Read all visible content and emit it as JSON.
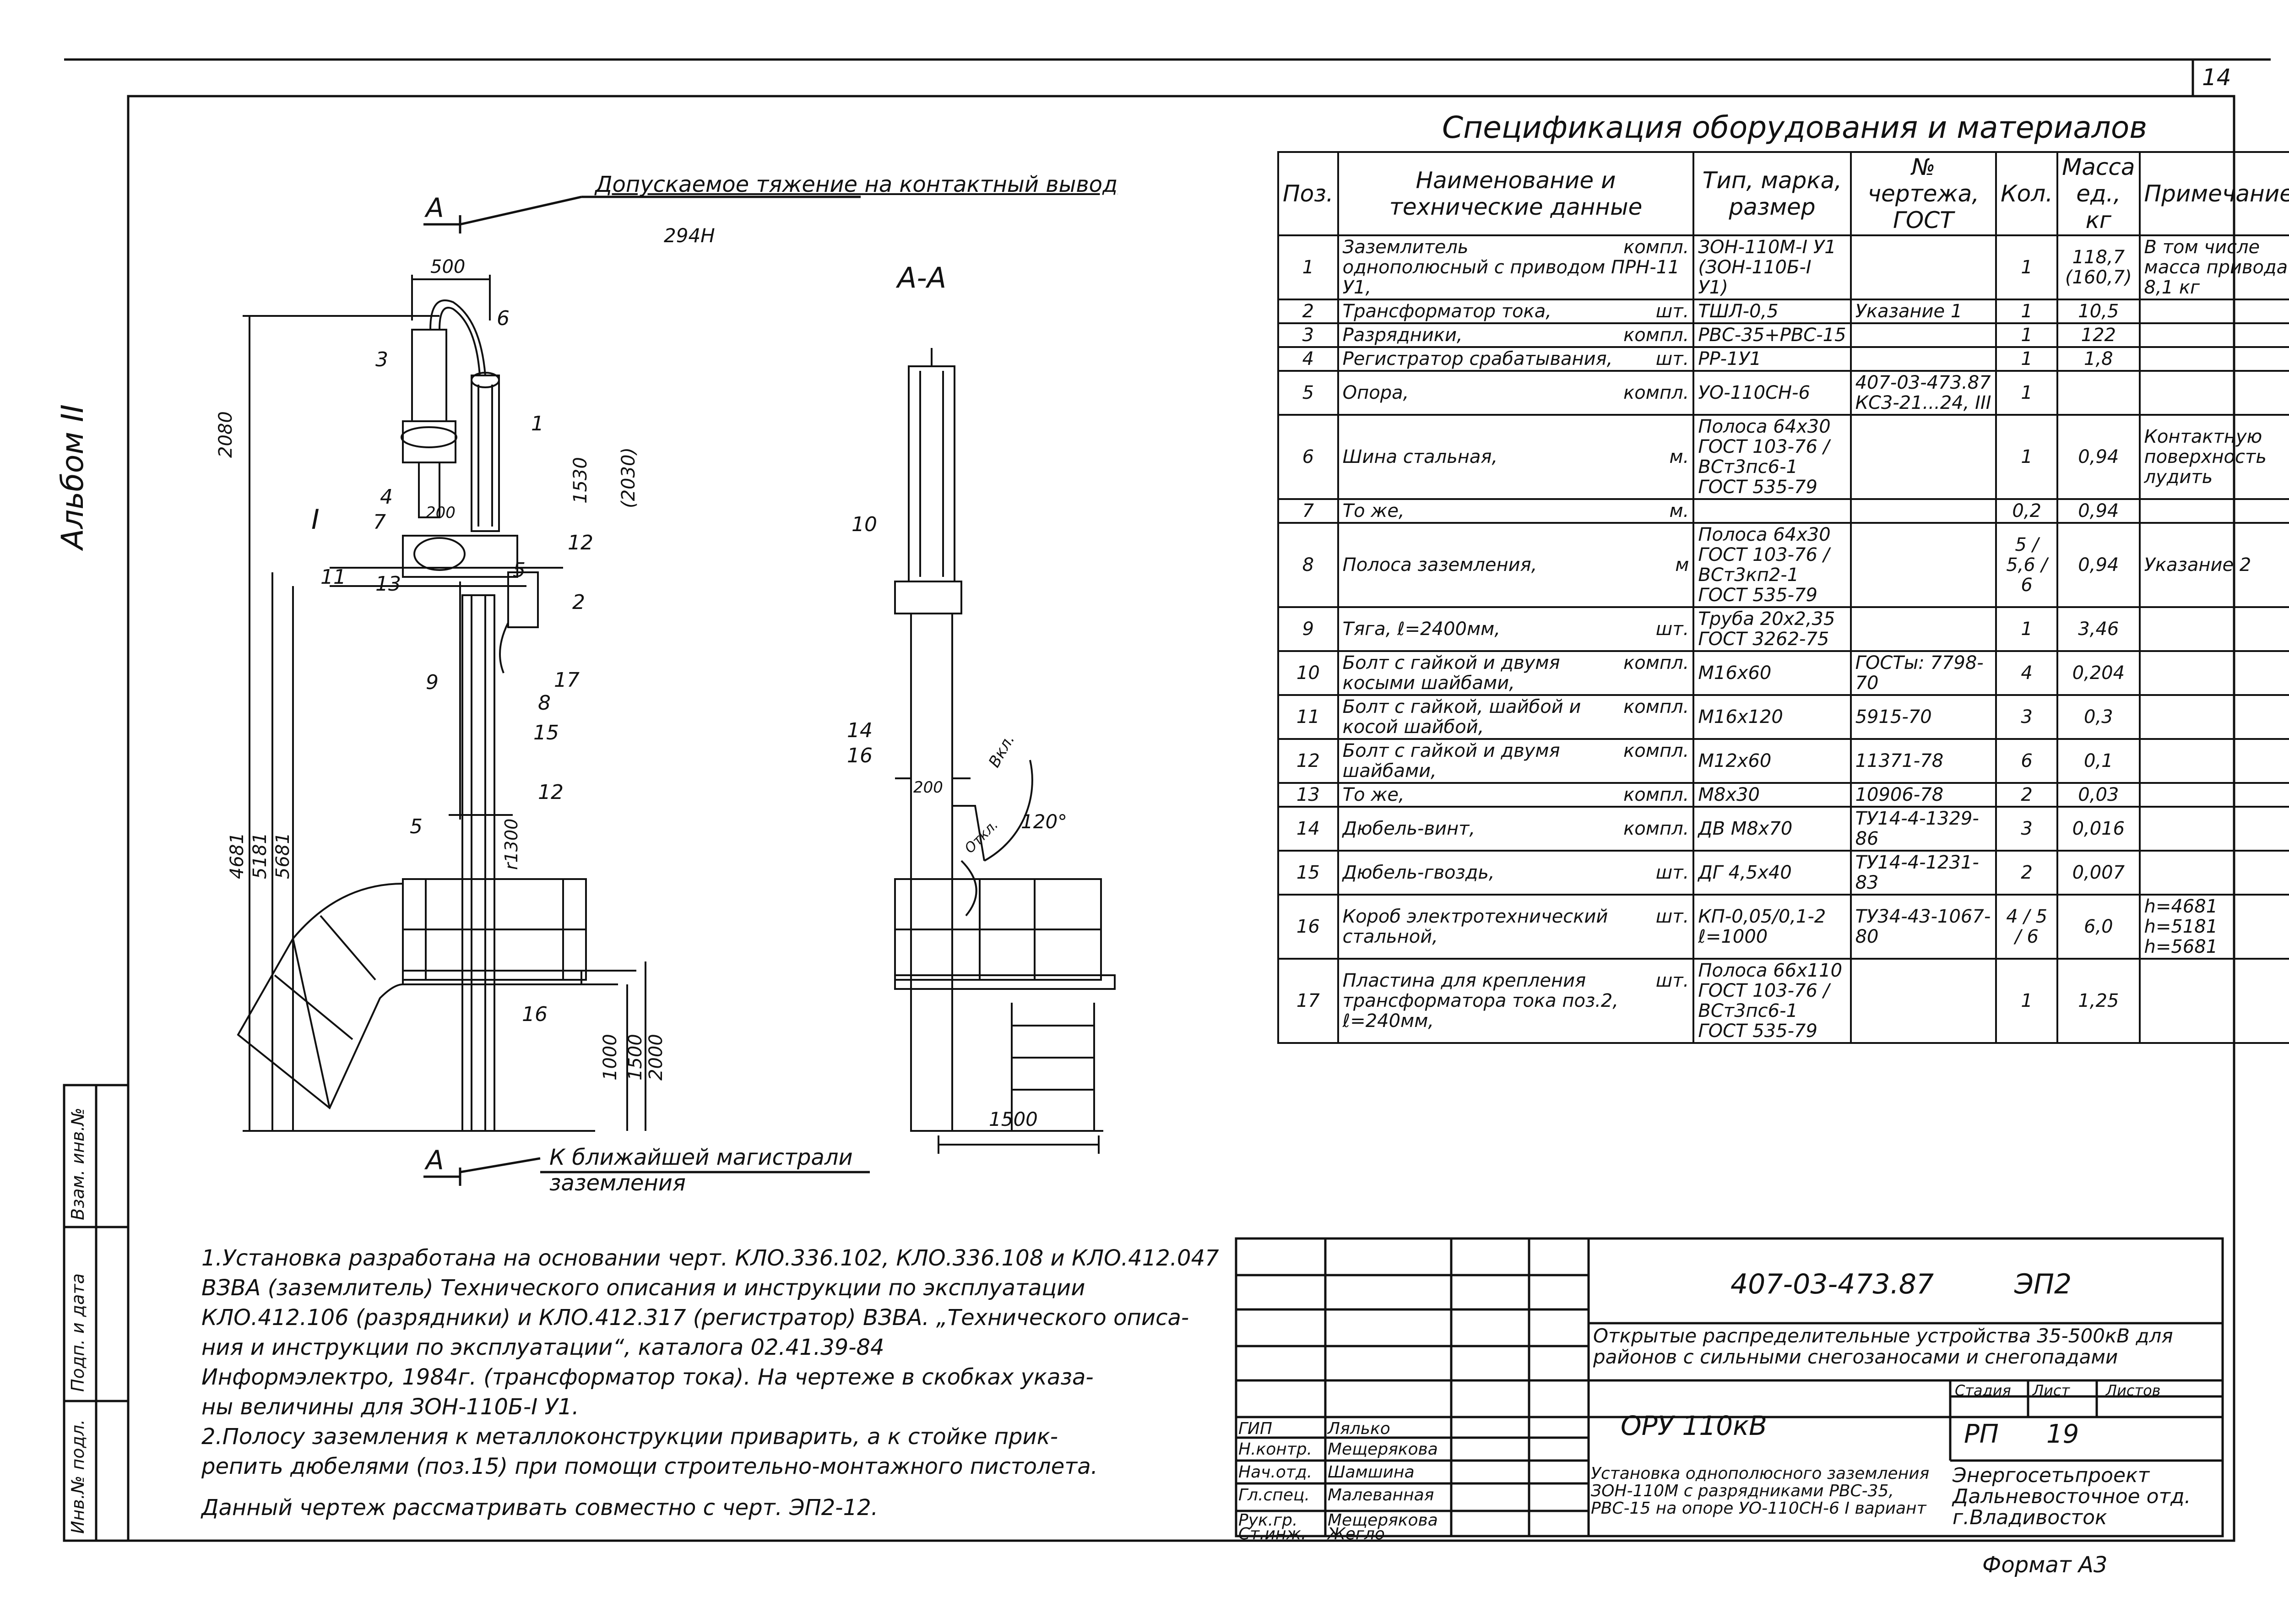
{
  "sheet": {
    "page_number": "14",
    "album_label": "Альбом II",
    "format": "Формат А3"
  },
  "side_stamp": {
    "cells": [
      "Инв.№ подл.",
      "Подп. и дата",
      "Взам. инв.№"
    ]
  },
  "spec_table": {
    "title": "Спецификация оборудования и материалов",
    "headers": {
      "pos": "Поз.",
      "name": "Наименование и технические данные",
      "type": "Тип, марка, размер",
      "gost": "№ чертежа, ГОСТ",
      "qty": "Кол.",
      "mass": "Масса ед., кг",
      "note": "Примечание"
    },
    "rows": [
      {
        "pos": "1",
        "name": "Заземлитель однополюсный с приводом ПРН-11 У1,",
        "unit": "компл.",
        "type": "ЗОН-110М-I У1 (ЗОН-110Б-I У1)",
        "gost": "",
        "qty": "1",
        "mass": "118,7 (160,7)",
        "note": "В том числе масса привода 8,1 кг"
      },
      {
        "pos": "2",
        "name": "Трансформатор тока,",
        "unit": "шт.",
        "type": "ТШЛ-0,5",
        "gost": "Указание 1",
        "qty": "1",
        "mass": "10,5",
        "note": ""
      },
      {
        "pos": "3",
        "name": "Разрядники,",
        "unit": "компл.",
        "type": "РВС-35+РВС-15",
        "gost": "",
        "qty": "1",
        "mass": "122",
        "note": ""
      },
      {
        "pos": "4",
        "name": "Регистратор срабатывания,",
        "unit": "шт.",
        "type": "РР-1У1",
        "gost": "",
        "qty": "1",
        "mass": "1,8",
        "note": ""
      },
      {
        "pos": "5",
        "name": "Опора,",
        "unit": "компл.",
        "type": "УО-110СН-6",
        "gost": "407-03-473.87 КС3-21...24, III",
        "qty": "1",
        "mass": "",
        "note": ""
      },
      {
        "pos": "6",
        "name": "Шина стальная,",
        "unit": "м.",
        "type": "Полоса 64х30 ГОСТ 103-76 / ВСт3пс6-1 ГОСТ 535-79",
        "gost": "",
        "qty": "1",
        "mass": "0,94",
        "note": "Контактную поверхность лудить"
      },
      {
        "pos": "7",
        "name": "То же,",
        "unit": "м.",
        "type": "",
        "gost": "",
        "qty": "0,2",
        "mass": "0,94",
        "note": ""
      },
      {
        "pos": "8",
        "name": "Полоса заземления,",
        "unit": "м",
        "type": "Полоса 64х30 ГОСТ 103-76 / ВСт3кп2-1 ГОСТ 535-79",
        "gost": "",
        "qty": "5 / 5,6 / 6",
        "mass": "0,94",
        "note": "Указание 2"
      },
      {
        "pos": "9",
        "name": "Тяга, ℓ=2400мм,",
        "unit": "шт.",
        "type": "Труба 20х2,35 ГОСТ 3262-75",
        "gost": "",
        "qty": "1",
        "mass": "3,46",
        "note": ""
      },
      {
        "pos": "10",
        "name": "Болт с гайкой и двумя косыми шайбами,",
        "unit": "компл.",
        "type": "М16х60",
        "gost": "ГОСТы: 7798-70",
        "qty": "4",
        "mass": "0,204",
        "note": ""
      },
      {
        "pos": "11",
        "name": "Болт с гайкой, шайбой и косой шайбой,",
        "unit": "компл.",
        "type": "М16х120",
        "gost": "5915-70",
        "qty": "3",
        "mass": "0,3",
        "note": ""
      },
      {
        "pos": "12",
        "name": "Болт с гайкой и двумя шайбами,",
        "unit": "компл.",
        "type": "М12х60",
        "gost": "11371-78",
        "qty": "6",
        "mass": "0,1",
        "note": ""
      },
      {
        "pos": "13",
        "name": "То же,",
        "unit": "компл.",
        "type": "М8х30",
        "gost": "10906-78",
        "qty": "2",
        "mass": "0,03",
        "note": ""
      },
      {
        "pos": "14",
        "name": "Дюбель-винт,",
        "unit": "компл.",
        "type": "ДВ М8х70",
        "gost": "ТУ14-4-1329-86",
        "qty": "3",
        "mass": "0,016",
        "note": ""
      },
      {
        "pos": "15",
        "name": "Дюбель-гвоздь,",
        "unit": "шт.",
        "type": "ДГ 4,5х40",
        "gost": "ТУ14-4-1231-83",
        "qty": "2",
        "mass": "0,007",
        "note": ""
      },
      {
        "pos": "16",
        "name": "Короб электротехнический стальной,",
        "unit": "шт.",
        "type": "КП-0,05/0,1-2 ℓ=1000",
        "gost": "ТУ34-43-1067-80",
        "qty": "4 / 5 / 6",
        "mass": "6,0",
        "note": "h=4681 h=5181 h=5681"
      },
      {
        "pos": "17",
        "name": "Пластина для крепления трансформатора тока поз.2, ℓ=240мм,",
        "unit": "шт.",
        "type": "Полоса 66х110 ГОСТ 103-76 / ВСт3пс6-1 ГОСТ 535-79",
        "gost": "",
        "qty": "1",
        "mass": "1,25",
        "note": ""
      }
    ]
  },
  "drawing": {
    "section_label": "А",
    "view_label": "А-А",
    "callout_tension": "Допускаемое тяжение на контактный вывод",
    "callout_tension_value": "294Н",
    "callout_ground": "К ближайшей магистрали заземления",
    "detail_mark": "I",
    "dims": {
      "top_width": "500",
      "h_2080": "2080",
      "h_1530": "1530",
      "h_2030": "(2030)",
      "h_200": "200",
      "h_4681": "4681",
      "h_5181": "5181",
      "h_5681": "5681",
      "h_r1300": "r1300",
      "h_1000": "1000",
      "h_1500": "1500",
      "h_2000": "2000",
      "w_1500": "1500",
      "angle": "120°",
      "on": "Вкл.",
      "off": "Откл.",
      "dim_200b": "200"
    },
    "positions": [
      "3",
      "6",
      "1",
      "4",
      "7",
      "12",
      "11",
      "13",
      "5",
      "2",
      "17",
      "9",
      "8",
      "15",
      "12",
      "5",
      "16",
      "10",
      "14",
      "16"
    ]
  },
  "notes": [
    "1.Установка разработана на основании черт. КЛО.336.102, КЛО.336.108 и КЛО.412.047",
    "ВЗВА (заземлитель) Технического описания и инструкции по эксплуатации",
    "КЛО.412.106 (разрядники) и КЛО.412.317 (регистратор) ВЗВА. „Технического описа-",
    "ния и инструкции по эксплуатации“, каталога 02.41.39-84",
    "Информэлектро, 1984г. (трансформатор тока). На чертеже в скобках указа-",
    "ны величины для ЗОН-110Б-I У1.",
    "2.Полосу заземления к металлоконструкции приварить, а к стойке прик-",
    "репить дюбелями (поз.15) при помощи строительно-монтажного пистолета.",
    "Данный чертеж рассматривать совместно с черт. ЭП2-12."
  ],
  "title_block": {
    "doc_code": "407-03-473.87",
    "sheet_code": "ЭП2",
    "project": "Открытые распределительные устройства 35-500кВ для районов с сильными снегозаносами и снегопадами",
    "object": "ОРУ 110кВ",
    "drawing_title": "Установка однополюсного заземления ЗОН-110М с разрядниками РВС-35, РВС-15 на опоре УО-110СН-6 I вариант",
    "org": "Энергосетьпроект Дальневосточное отд. г.Владивосток",
    "stage_label": "Стадия",
    "sheet_label": "Лист",
    "sheets_label": "Листов",
    "stage": "РП",
    "sheet": "19",
    "roles": [
      "ГИП",
      "Н.контр.",
      "Нач.отд.",
      "Гл.спец.",
      "Рук.гр.",
      "Ст.инж."
    ],
    "names": [
      "Лялько",
      "Мещерякова",
      "Шамшина",
      "Малеванная",
      "Мещерякова",
      "Жегло"
    ]
  }
}
